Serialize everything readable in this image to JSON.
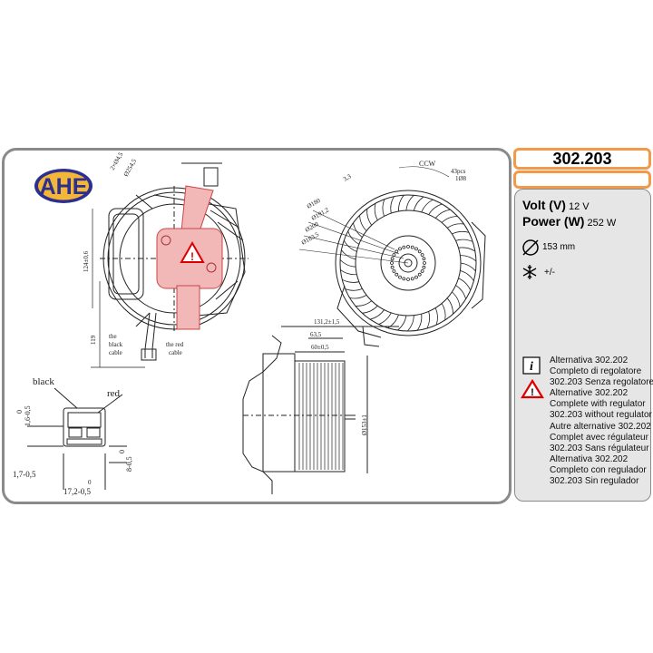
{
  "brand": {
    "logo_text": "AHE",
    "logo_colors": {
      "fill": "#f4b63a",
      "ring": "#2c2f8c",
      "text": "#2c2f8c"
    }
  },
  "product": {
    "code": "302.203"
  },
  "specs": {
    "volt_label": "Volt (V)",
    "volt_value": "12 V",
    "power_label": "Power (W)",
    "power_value": "252 W",
    "diameter_value": "153 mm",
    "temperature_value": "+/-"
  },
  "icons": {
    "info": "info-icon",
    "warning": "warning-triangle-icon",
    "diameter": "diameter-icon",
    "snowflake": "snowflake-icon"
  },
  "alternatives": [
    "Alternativa 302.202",
    "Completo di regolatore",
    "302.203 Senza regolatore",
    "Alternative 302.202",
    "Complete with regulator",
    "302.203 without regulator",
    "Autre alternative 302.202",
    "Complet avec régulateur",
    "302.203 Sans régulateur",
    "Alternativa 302.202",
    "Completo con regulador",
    "302.203 Sin regulador"
  ],
  "drawing_labels": {
    "bolt_spec": "2×Ø4,5",
    "dia_254": "Ø254,5",
    "dim_124": "124±0,6",
    "dim_119": "119",
    "black_cable": [
      "the",
      "black",
      "cable"
    ],
    "red_cable": [
      "the red",
      "cable"
    ],
    "black": "black",
    "red": "red",
    "ccw": "CCW",
    "pcs": "43pcs",
    "pcs2": "1Ø8",
    "dia_180": "Ø180",
    "dia_191": "Ø191,2",
    "dia_200": "Ø200",
    "dia_183": "Ø183,5",
    "dim_3": "3,3",
    "dim_131": "131,2±1,5",
    "dim_63": "63,5",
    "dim_60": "60±0,5",
    "dim_153": "Ø153±1",
    "dim_16": "1,6-0,5",
    "dim_8": "8-0,5",
    "dim_17": "1,7-0,5",
    "dim_172": "17,2-0,5",
    "zero": "0"
  }
}
